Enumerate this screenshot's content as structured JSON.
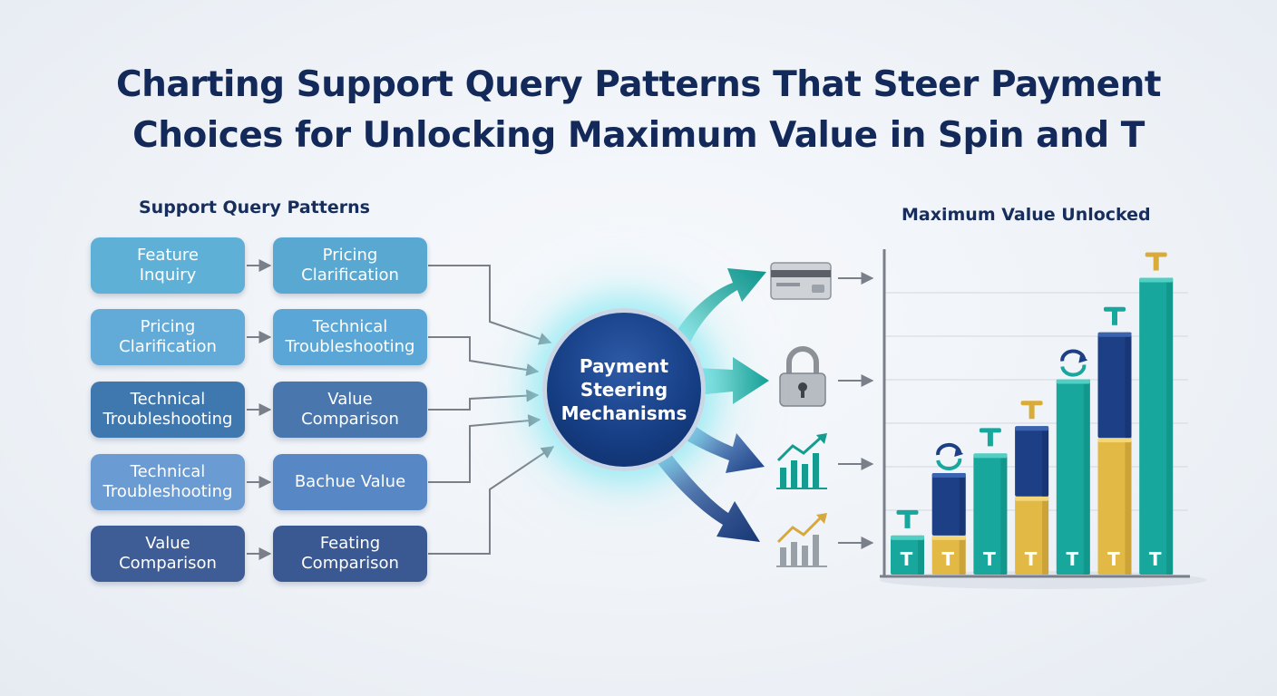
{
  "title": {
    "line1": "Charting Support Query Patterns That Steer Payment",
    "line2": "Choices for Unlocking Maximum Value in Spin and T"
  },
  "left_heading": "Support Query Patterns",
  "right_heading": "Maximum Value Unlocked",
  "hub": {
    "line1": "Payment",
    "line2": "Steering",
    "line3": "Mechanisms"
  },
  "query_rows": [
    {
      "left": {
        "l1": "Feature",
        "l2": "Inquiry"
      },
      "right": {
        "l1": "Pricing",
        "l2": "Clarification"
      }
    },
    {
      "left": {
        "l1": "Pricing",
        "l2": "Clarification"
      },
      "right": {
        "l1": "Technical",
        "l2": "Troubleshooting"
      }
    },
    {
      "left": {
        "l1": "Technical",
        "l2": "Troubleshooting"
      },
      "right": {
        "l1": "Value",
        "l2": "Comparison"
      }
    },
    {
      "left": {
        "l1": "Technical",
        "l2": "Troubleshooting"
      },
      "right": {
        "l1": "Bachue Value",
        "l2": ""
      }
    },
    {
      "left": {
        "l1": "Value",
        "l2": "Comparison"
      },
      "right": {
        "l1": "Feating",
        "l2": "Comparison"
      }
    }
  ],
  "colors": {
    "row_left": [
      "#5fb0d6",
      "#62abd9",
      "#3f78ae",
      "#6a9bd2",
      "#3e5d96"
    ],
    "row_right": [
      "#58a8d2",
      "#5aa6d6",
      "#4977ad",
      "#5787c4",
      "#3a5891"
    ],
    "teal": "#17a79c",
    "navy": "#1d3f86",
    "gold": "#e2b945"
  },
  "payment_icons": [
    "credit-card-icon",
    "padlock-icon",
    "growth-chart-icon",
    "trend-chart-icon"
  ],
  "bar_symbol": "T",
  "chart_data": {
    "type": "bar",
    "title": "Maximum Value Unlocked",
    "stacked": true,
    "bars": [
      {
        "segments": [
          {
            "color": "teal",
            "value": 1.0
          }
        ],
        "top_icon": "tee-icon"
      },
      {
        "segments": [
          {
            "color": "gold",
            "value": 1.0
          },
          {
            "color": "navy",
            "value": 1.6
          }
        ],
        "top_icon": "cycle-icon"
      },
      {
        "segments": [
          {
            "color": "teal",
            "value": 3.1
          }
        ],
        "top_icon": "tee-icon"
      },
      {
        "segments": [
          {
            "color": "gold",
            "value": 2.0
          },
          {
            "color": "navy",
            "value": 1.8
          }
        ],
        "top_icon": "tee-gold-icon"
      },
      {
        "segments": [
          {
            "color": "teal",
            "value": 5.0
          }
        ],
        "top_icon": "cycle-icon"
      },
      {
        "segments": [
          {
            "color": "gold",
            "value": 3.5
          },
          {
            "color": "navy",
            "value": 2.7
          }
        ],
        "top_icon": "tee-icon"
      },
      {
        "segments": [
          {
            "color": "teal",
            "value": 7.6
          }
        ],
        "top_icon": "tee-gold-icon"
      }
    ],
    "ylim": [
      0,
      8.4
    ],
    "grid": true
  }
}
